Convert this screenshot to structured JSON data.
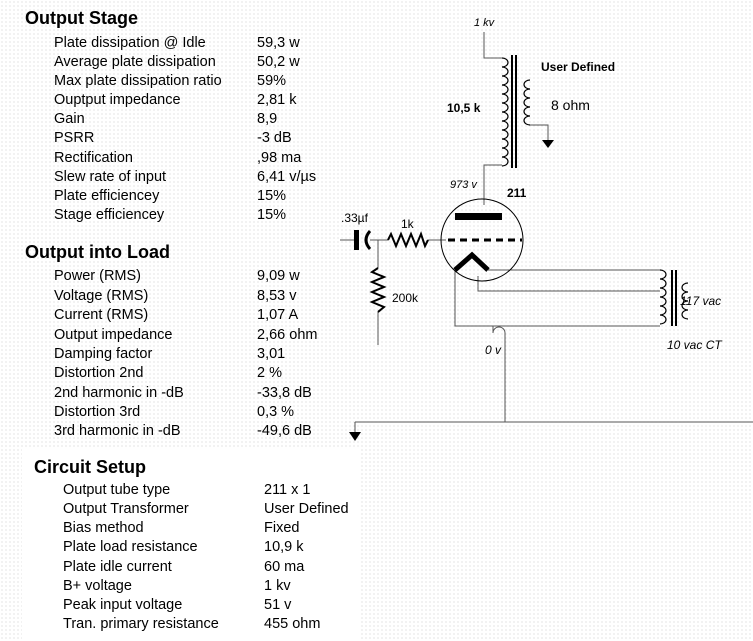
{
  "output_stage": {
    "title": "Output Stage",
    "rows": [
      {
        "label": "Plate dissipation @ Idle",
        "value": "59,3 w"
      },
      {
        "label": "Average plate dissipation",
        "value": "50,2 w"
      },
      {
        "label": "Max plate dissipation ratio",
        "value": "59%"
      },
      {
        "label": "Ouptput impedance",
        "value": "2,81 k"
      },
      {
        "label": "Gain",
        "value": "8,9"
      },
      {
        "label": "PSRR",
        "value": "-3 dB"
      },
      {
        "label": "Rectification",
        "value": ",98 ma"
      },
      {
        "label": "Slew rate of input",
        "value": "6,41 v/µs"
      },
      {
        "label": "Plate efficiencey",
        "value": "15%"
      },
      {
        "label": "Stage efficiencey",
        "value": "15%"
      }
    ]
  },
  "output_into_load": {
    "title": "Output into Load",
    "rows": [
      {
        "label": "Power (RMS)",
        "value": "9,09 w"
      },
      {
        "label": "Voltage (RMS)",
        "value": "8,53 v"
      },
      {
        "label": "Current (RMS)",
        "value": "1,07 A"
      },
      {
        "label": "Output impedance",
        "value": "2,66 ohm"
      },
      {
        "label": "Damping factor",
        "value": "3,01"
      },
      {
        "label": "Distortion 2nd",
        "value": "2 %"
      },
      {
        "label": "2nd harmonic in -dB",
        "value": "-33,8 dB"
      },
      {
        "label": "Distortion 3rd",
        "value": "0,3 %"
      },
      {
        "label": "3rd harmonic in -dB",
        "value": "-49,6 dB"
      }
    ]
  },
  "circuit_setup": {
    "title": "Circuit Setup",
    "rows": [
      {
        "label": "Output tube type",
        "value": "211 x 1"
      },
      {
        "label": "Output Transformer",
        "value": "User Defined"
      },
      {
        "label": "Bias method",
        "value": "Fixed"
      },
      {
        "label": "Plate load resistance",
        "value": "10,9 k"
      },
      {
        "label": "Plate idle current",
        "value": "60 ma"
      },
      {
        "label": "B+ voltage",
        "value": "1 kv"
      },
      {
        "label": "Peak input voltage",
        "value": "51 v"
      },
      {
        "label": "Tran. primary resistance",
        "value": "455 ohm"
      }
    ]
  },
  "schematic": {
    "supply_voltage": "1 kv",
    "output_transformer_label": "User Defined",
    "primary_impedance": "10,5 k",
    "load": "8 ohm",
    "plate_voltage": "973 v",
    "tube": "211",
    "coupling_cap": ".33µf",
    "grid_stopper": "1k",
    "grid_resistor": "200k",
    "heater_primary": "117 vac",
    "heater_secondary": "10 vac CT",
    "cathode_voltage": "0 v"
  }
}
